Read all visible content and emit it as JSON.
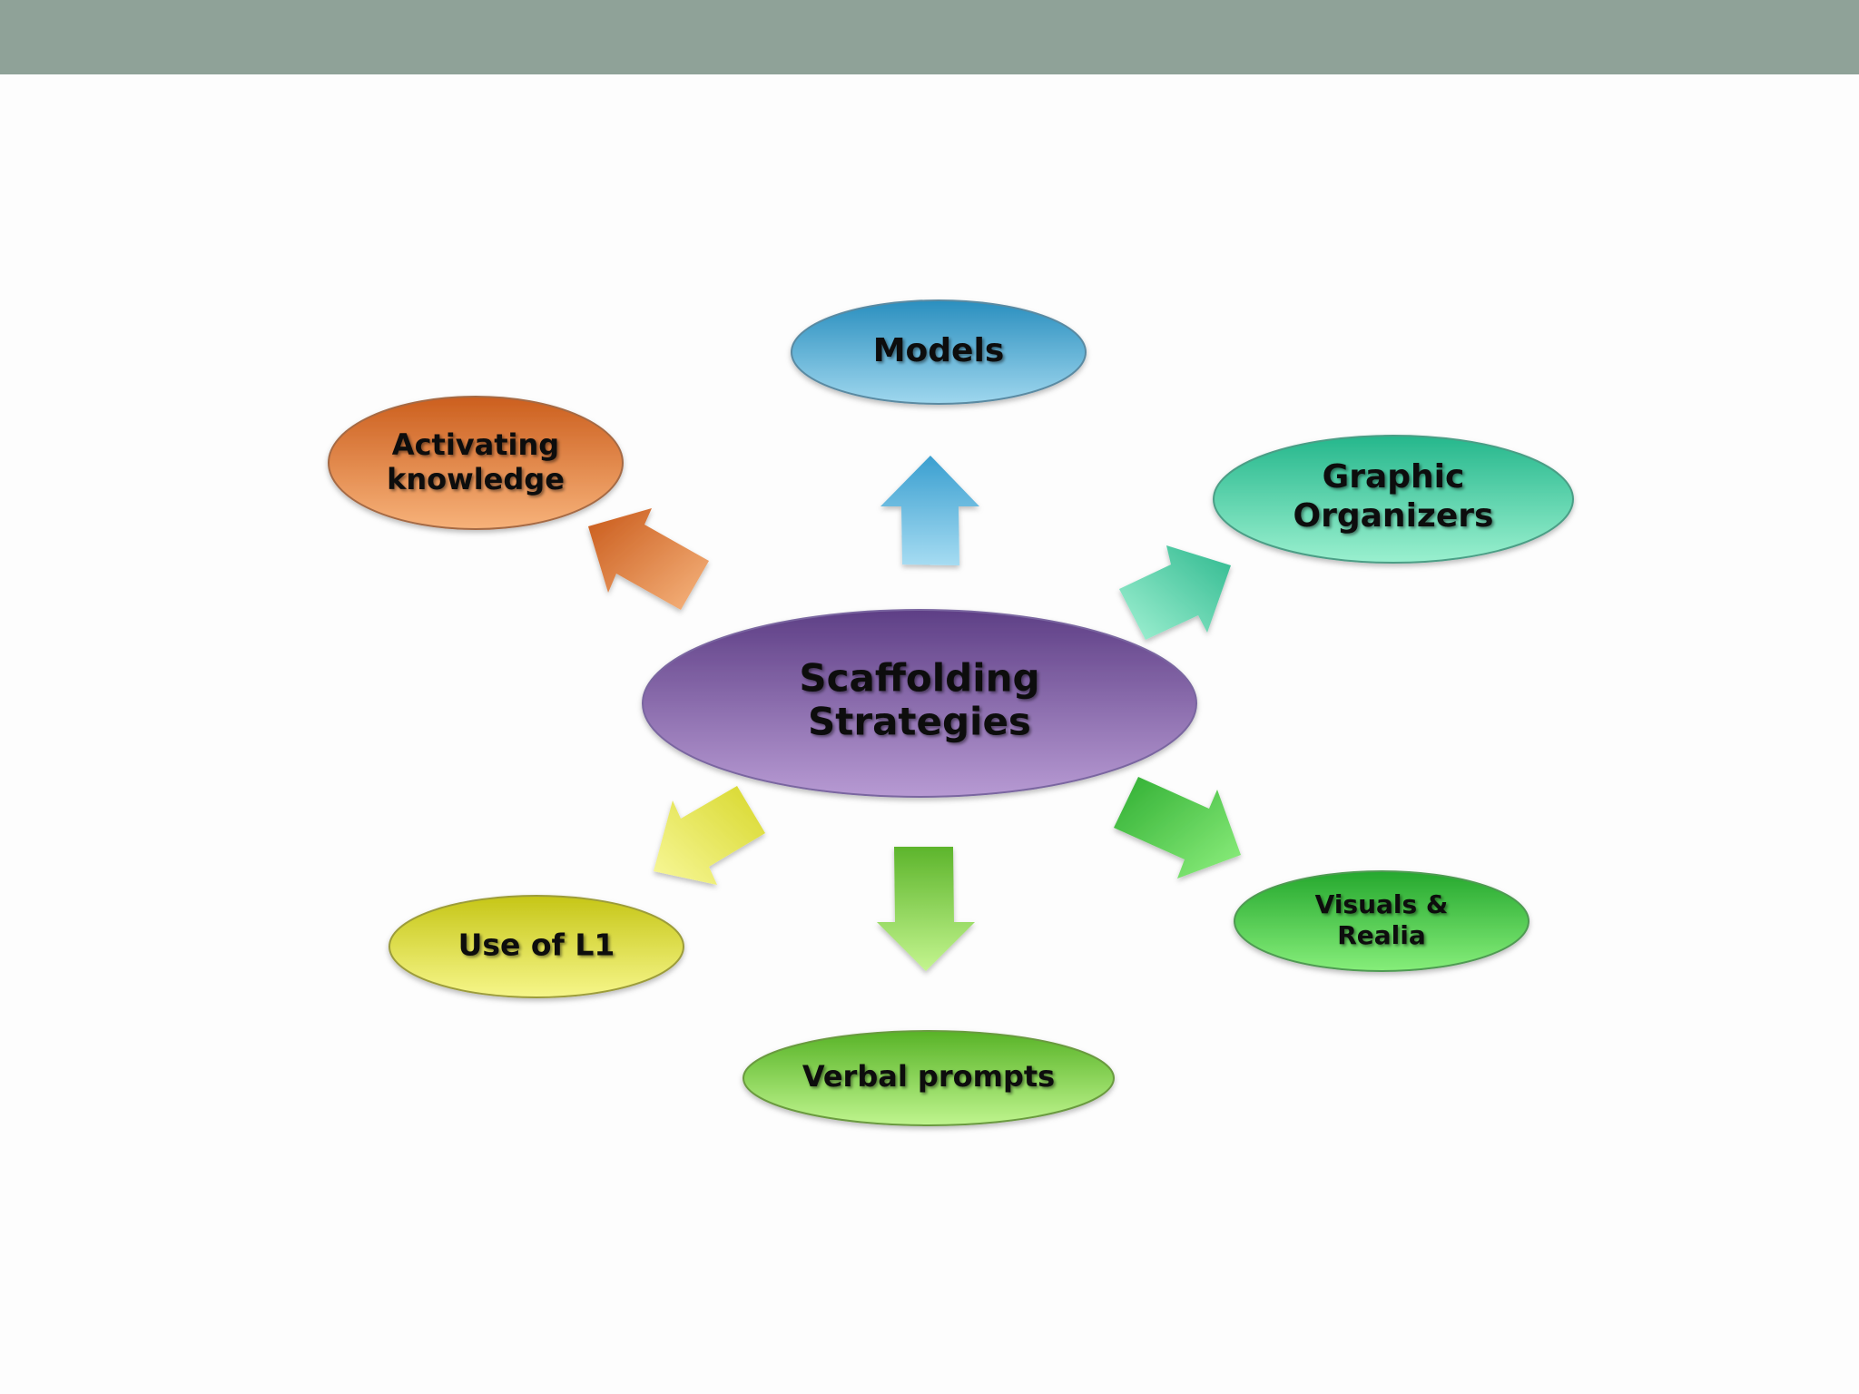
{
  "slide": {
    "header_color": "#8fa298",
    "background_color": "#fdfdfd"
  },
  "diagram": {
    "center": {
      "lines": [
        "Scaffolding",
        "Strategies"
      ],
      "color_top": "#5e3f86",
      "color_bottom": "#b79ad3"
    },
    "nodes": [
      {
        "id": "models",
        "lines": [
          "Models"
        ],
        "color_top": "#2a8fbf",
        "color_bottom": "#9fd7ee",
        "icon": "up-arrow-icon"
      },
      {
        "id": "activating",
        "lines": [
          "Activating",
          "knowledge"
        ],
        "color_top": "#cc5f1e",
        "color_bottom": "#f7b27a",
        "icon": "up-left-arrow-icon"
      },
      {
        "id": "graphic",
        "lines": [
          "Graphic",
          "Organizers"
        ],
        "color_top": "#25b78c",
        "color_bottom": "#9af0cf",
        "icon": "up-right-arrow-icon"
      },
      {
        "id": "visuals",
        "lines": [
          "Visuals &",
          "Realia"
        ],
        "color_top": "#25a82e",
        "color_bottom": "#86ee7a",
        "icon": "down-right-arrow-icon"
      },
      {
        "id": "verbal",
        "lines": [
          "Verbal prompts"
        ],
        "color_top": "#58b327",
        "color_bottom": "#bff58e",
        "icon": "down-arrow-icon"
      },
      {
        "id": "l1",
        "lines": [
          "Use of L1"
        ],
        "color_top": "#c6c617",
        "color_bottom": "#f6f68a",
        "icon": "down-left-arrow-icon"
      }
    ]
  }
}
